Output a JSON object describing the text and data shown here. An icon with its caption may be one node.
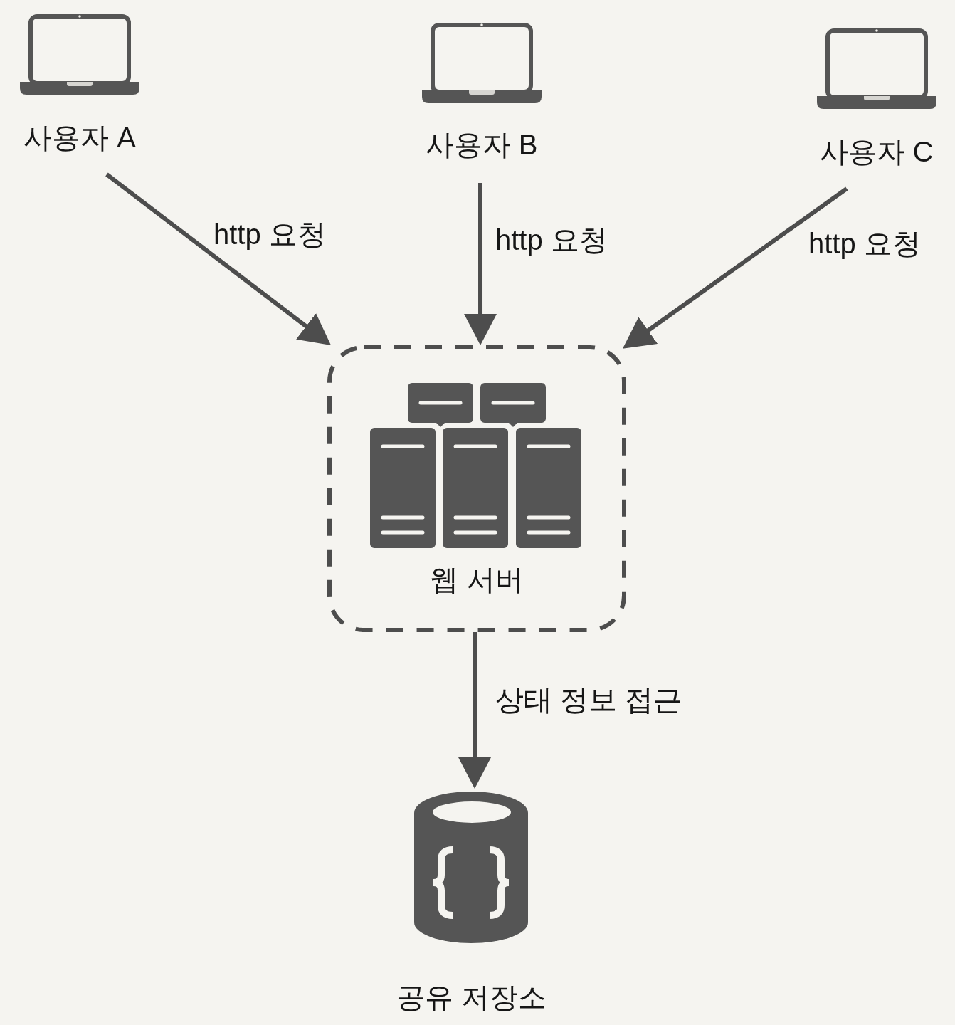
{
  "diagram": {
    "nodes": [
      {
        "text": [
          "사용자 A"
        ]
      },
      {
        "text": [
          "사용자 B"
        ]
      },
      {
        "text": [
          "사용자 C"
        ]
      },
      {
        "text": [
          "웹 서버"
        ]
      },
      {
        "text": [
          "공유 저장소"
        ]
      }
    ],
    "edges": [
      {
        "from": 0,
        "to": 3,
        "arrow": "to",
        "label": "http 요청"
      },
      {
        "from": 1,
        "to": 3,
        "arrow": "to",
        "label": "http 요청"
      },
      {
        "from": 2,
        "to": 3,
        "arrow": "to",
        "label": "http 요청"
      },
      {
        "from": 3,
        "to": 4,
        "arrow": "to",
        "label": "상태 정보 접근"
      }
    ]
  }
}
